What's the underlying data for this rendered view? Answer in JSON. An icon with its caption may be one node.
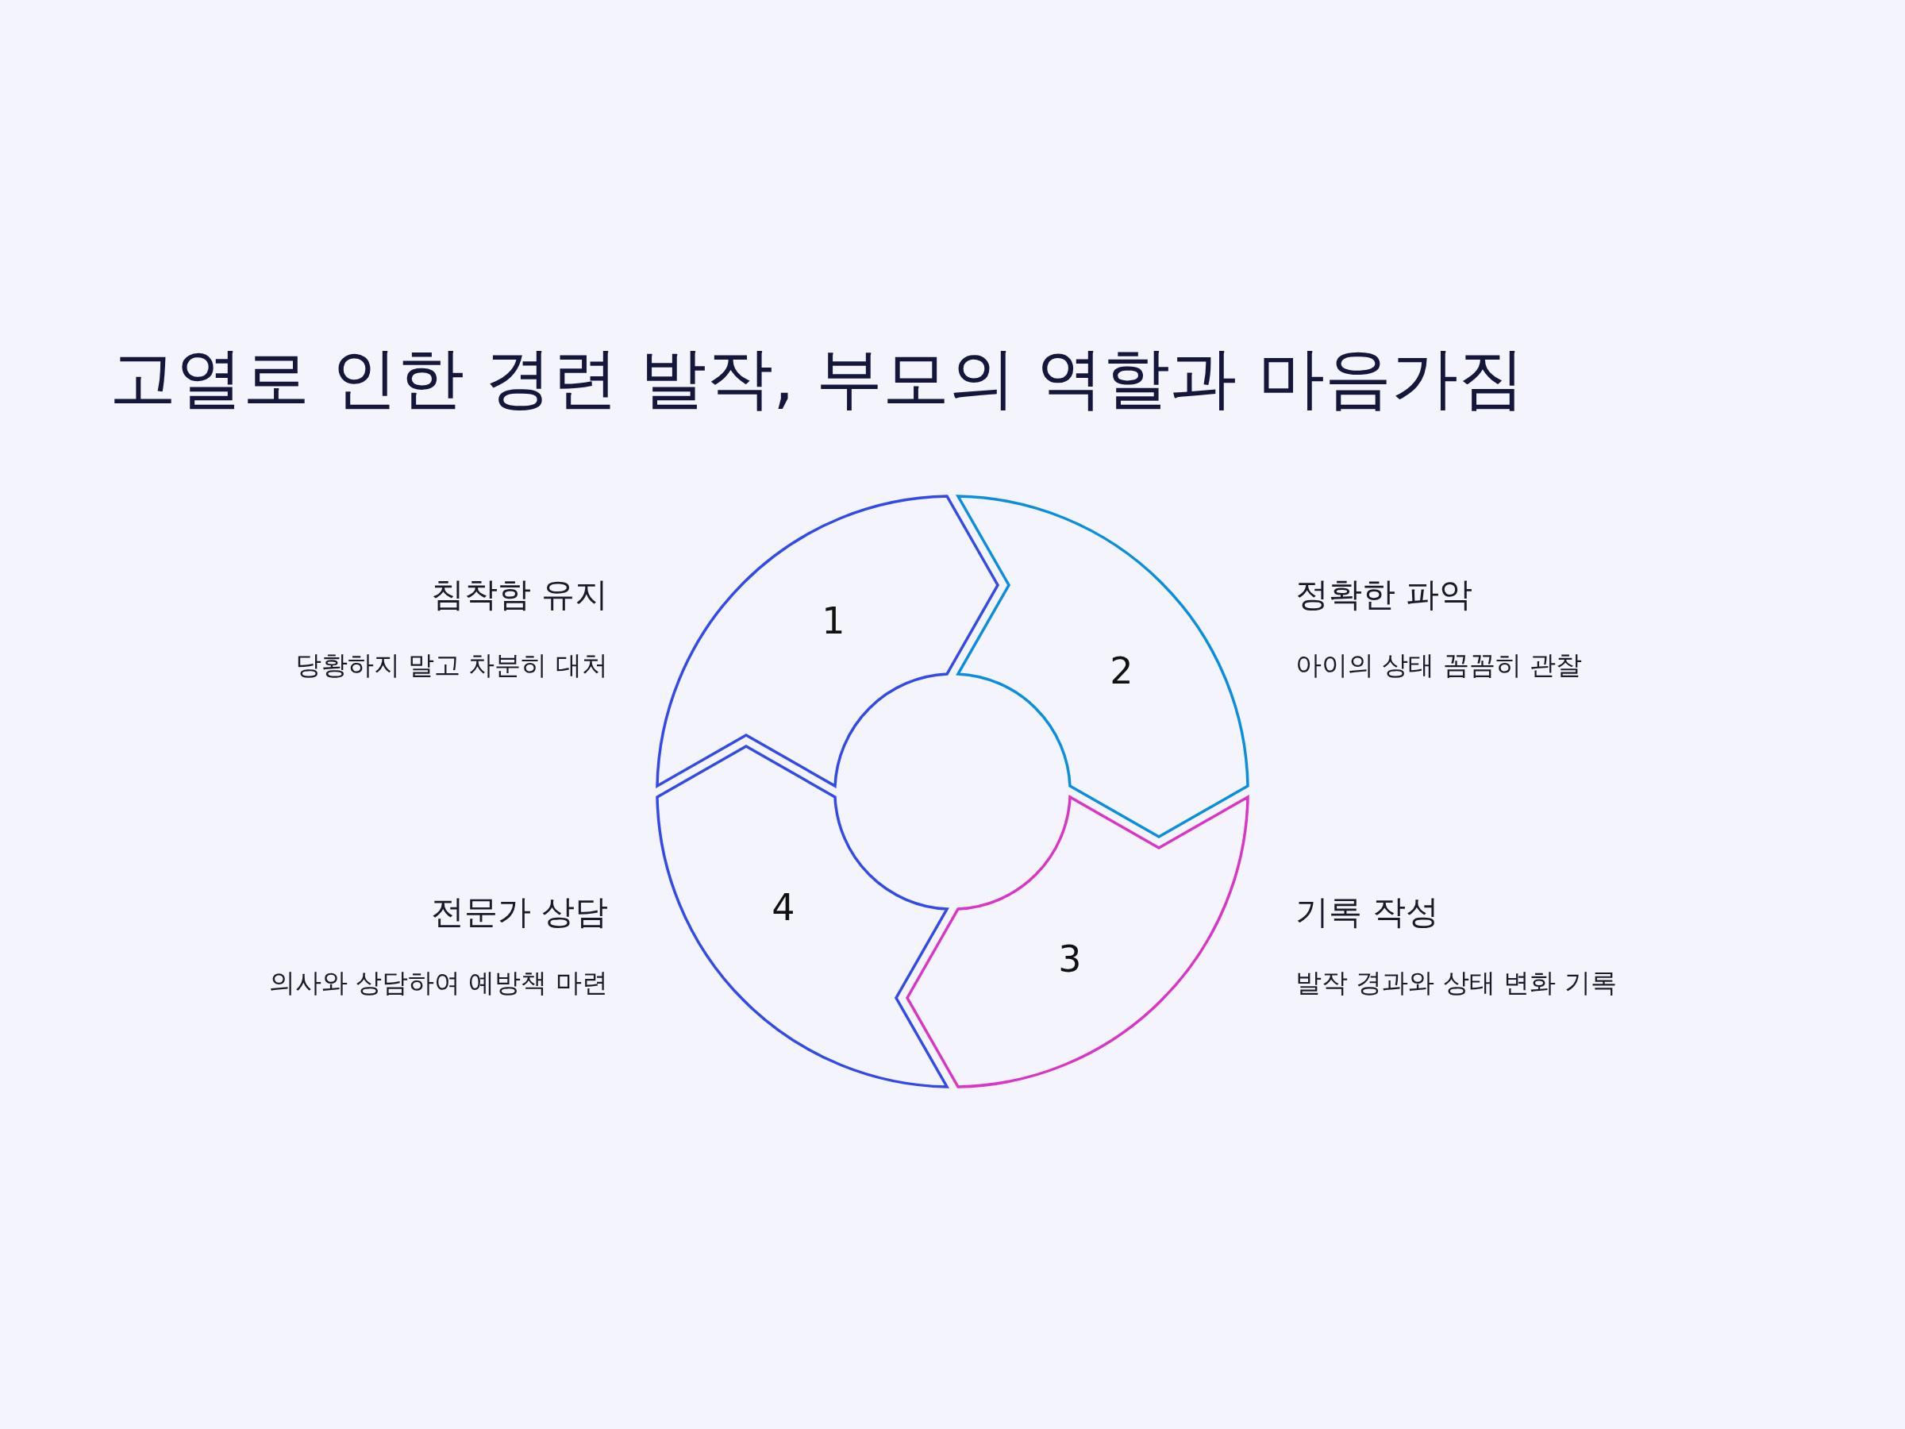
{
  "diagram": {
    "title": "고열로 인한 경련 발작, 부모의 역할과 마음가짐",
    "nodes": [
      {
        "text": [
          "1"
        ],
        "beside": [
          "침착함 유지",
          "당황하지 말고 차분히 대처"
        ]
      },
      {
        "text": [
          "2"
        ],
        "beside": [
          "정확한 파악",
          "아이의 상태 꼼꼼히 관찰"
        ]
      },
      {
        "text": [
          "3"
        ],
        "beside": [
          "기록 작성",
          "발작 경과와 상태 변화 기록"
        ]
      },
      {
        "text": [
          "4"
        ],
        "beside": [
          "전문가 상담",
          "의사와 상담하여 예방책 마련"
        ]
      }
    ]
  }
}
